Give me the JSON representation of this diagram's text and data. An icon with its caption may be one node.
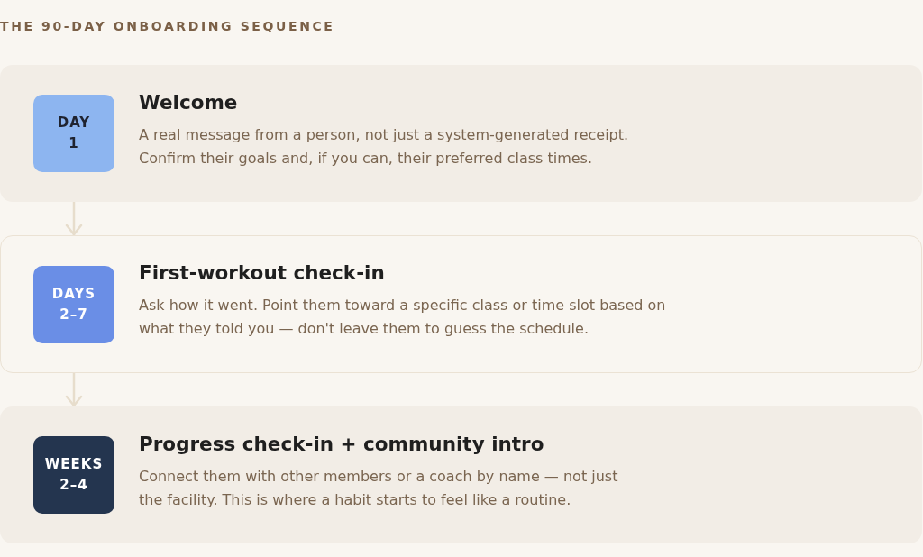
{
  "diagram": {
    "title": "THE 90-DAY ONBOARDING SEQUENCE",
    "nodes": [
      {
        "text": [
          "Welcome",
          "A real message from a person, not just a system-generated receipt. Confirm their goals and, if you can, their preferred class times."
        ]
      },
      {
        "text": [
          "DAY 1"
        ],
        "in": 0
      },
      {
        "text": [
          "First-workout check-in",
          "Ask how it went. Point them toward a specific class or time slot based on what they told you — don't leave them to guess the schedule."
        ]
      },
      {
        "text": [
          "DAYS 2–7"
        ],
        "in": 2
      },
      {
        "text": [
          "Progress check-in + community intro",
          "Connect them with other members or a coach by name — not just the facility. This is where a habit starts to feel like a routine."
        ]
      },
      {
        "text": [
          "WEEKS 2–4"
        ],
        "in": 4
      }
    ],
    "edges": [
      {
        "from": 0,
        "to": 2,
        "arrow": "to"
      },
      {
        "from": 2,
        "to": 4,
        "arrow": "to"
      }
    ]
  }
}
